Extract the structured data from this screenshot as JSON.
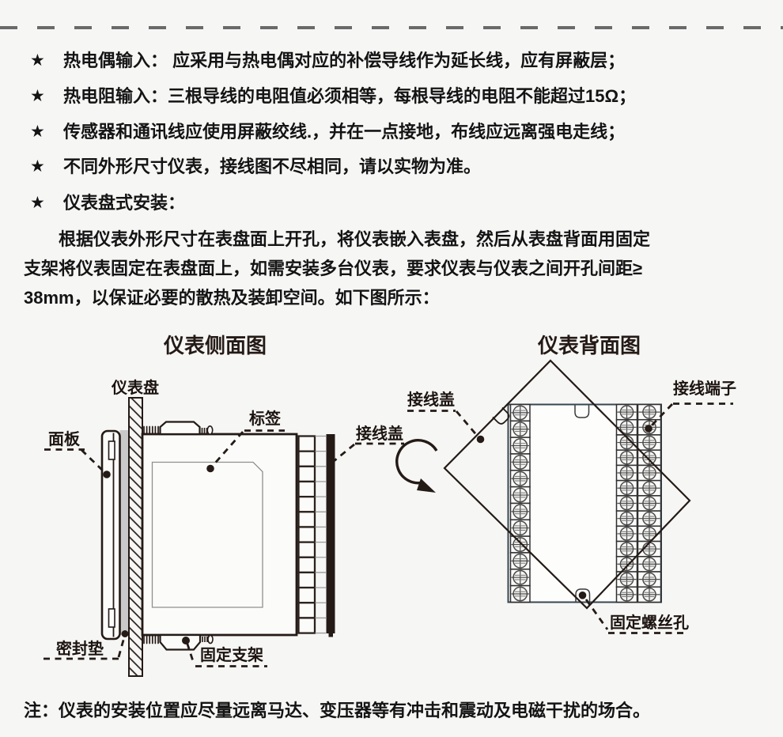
{
  "colors": {
    "background": "#f6f6f5",
    "ink": "#241a16",
    "divider": "#6a6a6a",
    "back_rect_accent": "#37474f",
    "gasket_gray": "#c9c9c9"
  },
  "bullets": [
    {
      "marker": "★",
      "text": "热电偶输入： 应采用与热电偶对应的补偿导线作为延长线，应有屏蔽层；"
    },
    {
      "marker": "★",
      "text": "热电阻输入：三根导线的电阻值必须相等，每根导线的电阻不能超过15Ω；"
    },
    {
      "marker": "★",
      "text": "传感器和通讯线应使用屏蔽绞线.，并在一点接地，布线应远离强电走线；"
    },
    {
      "marker": "★",
      "text": "不同外形尺寸仪表，接线图不尽相同，请以实物为准。"
    },
    {
      "marker": "★",
      "text": "仪表盘式安装："
    }
  ],
  "paragraph": {
    "lines": [
      "根据仪表外形尺寸在表盘面上开孔，将仪表嵌入表盘，然后从表盘背面用固定",
      "支架将仪表固定在表盘面上，如需安装多台仪表，要求仪表与仪表之间开孔间距≥",
      "38mm，以保证必要的散热及装卸空间。如下图所示："
    ]
  },
  "diagrams": {
    "side_view": {
      "title": "仪表侧面图",
      "labels": {
        "panel": "仪表盘",
        "front_panel": "面板",
        "sticker": "标签",
        "terminal_cover": "接线盖",
        "gasket": "密封垫",
        "bracket": "固定支架"
      }
    },
    "back_view": {
      "title": "仪表背面图",
      "labels": {
        "terminal_cover": "接线盖",
        "terminals": "接线端子",
        "screw_hole": "固定螺丝孔"
      }
    }
  },
  "note": "注：仪表的安装位置应尽量远离马达、变压器等有冲击和震动及电磁干扰的场合。"
}
